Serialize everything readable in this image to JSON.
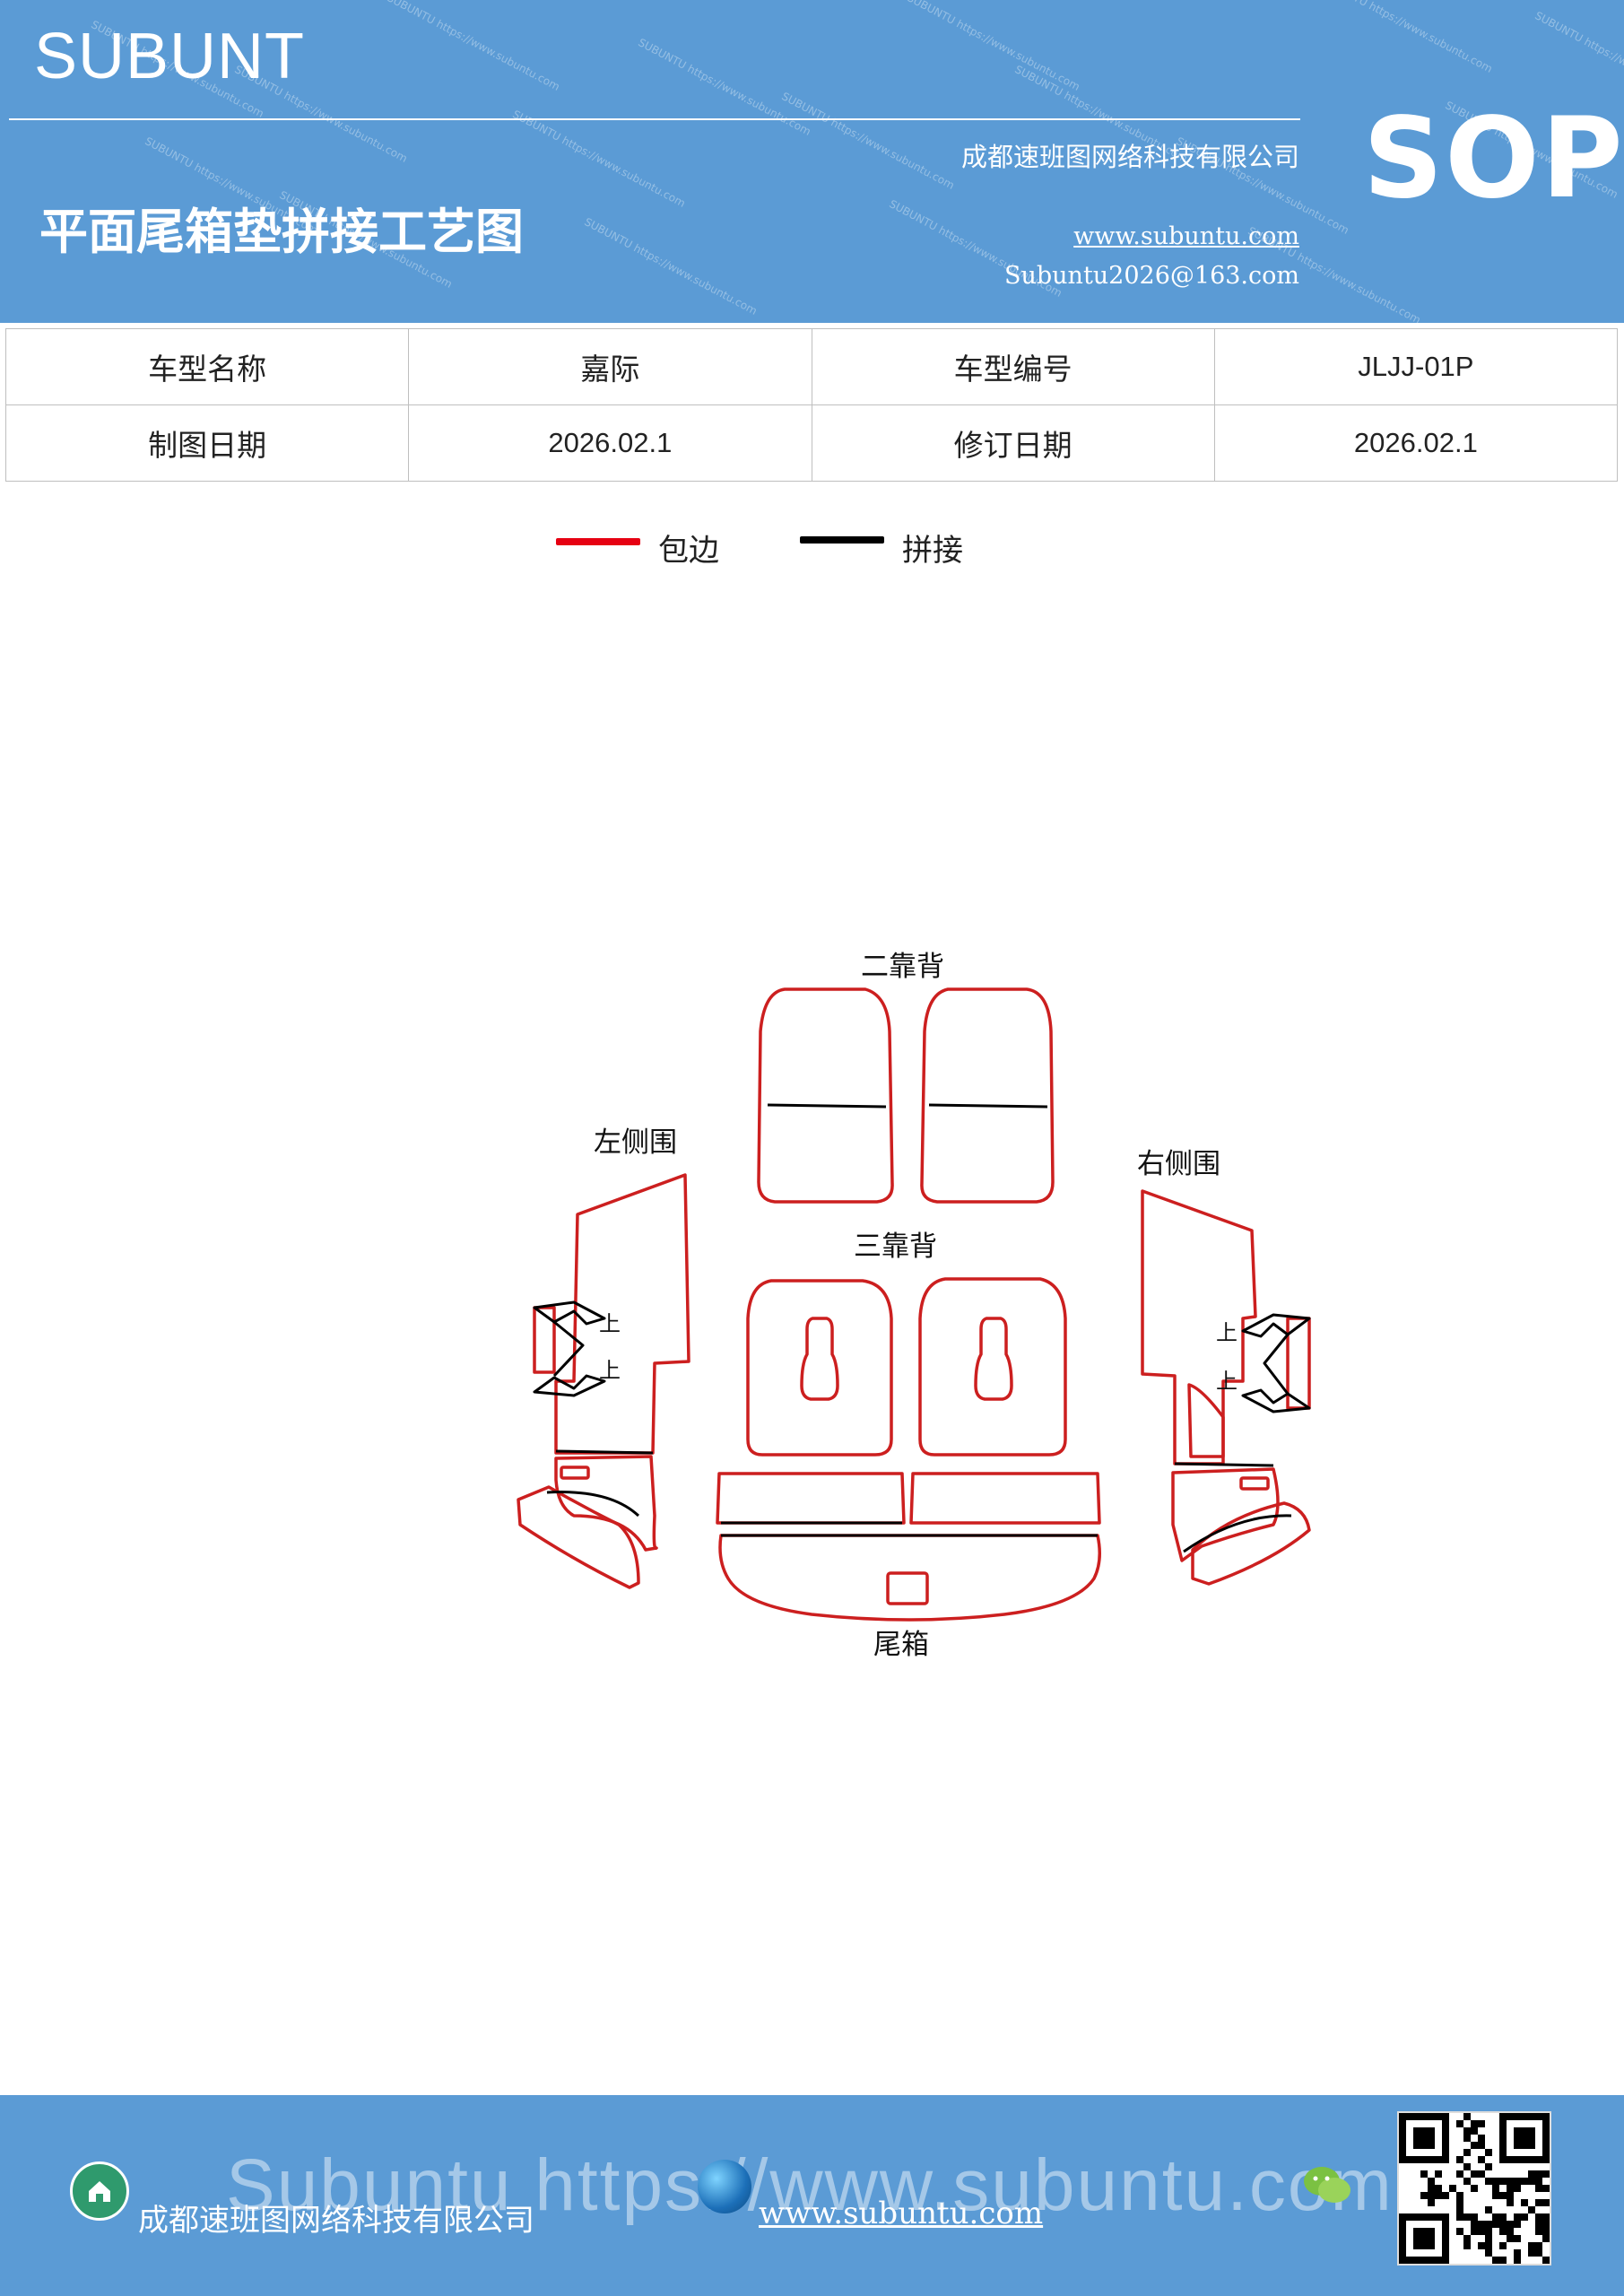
{
  "header": {
    "brand": "SUBUNT",
    "title": "平面尾箱垫拼接工艺图",
    "company": "成都速班图网络科技有限公司",
    "website": "www.subuntu.com",
    "email": "Subuntu2026@163.com",
    "badge": "SOP",
    "watermark": "SUBUNTU https://www.subuntu.com"
  },
  "info": {
    "rows": [
      {
        "label1": "车型名称",
        "value1": "嘉际",
        "label2": "车型编号",
        "value2": "JLJJ-01P"
      },
      {
        "label1": "制图日期",
        "value1": "2026.02.1",
        "label2": "修订日期",
        "value2": "2026.02.1"
      }
    ]
  },
  "legend": {
    "items": [
      {
        "label": "包边",
        "color": "#e60012"
      },
      {
        "label": "拼接",
        "color": "#000000"
      }
    ]
  },
  "diagram": {
    "labels": {
      "second_back": "二靠背",
      "third_back": "三靠背",
      "left_side": "左侧围",
      "right_side": "右侧围",
      "trunk": "尾箱",
      "up_mark": "上"
    },
    "colors": {
      "edge": "#cc1f1f",
      "seam": "#000000"
    }
  },
  "footer": {
    "company": "成都速班图网络科技有限公司",
    "website": "www.subuntu.com",
    "overlay": "Subuntu https://www.subuntu.com"
  }
}
